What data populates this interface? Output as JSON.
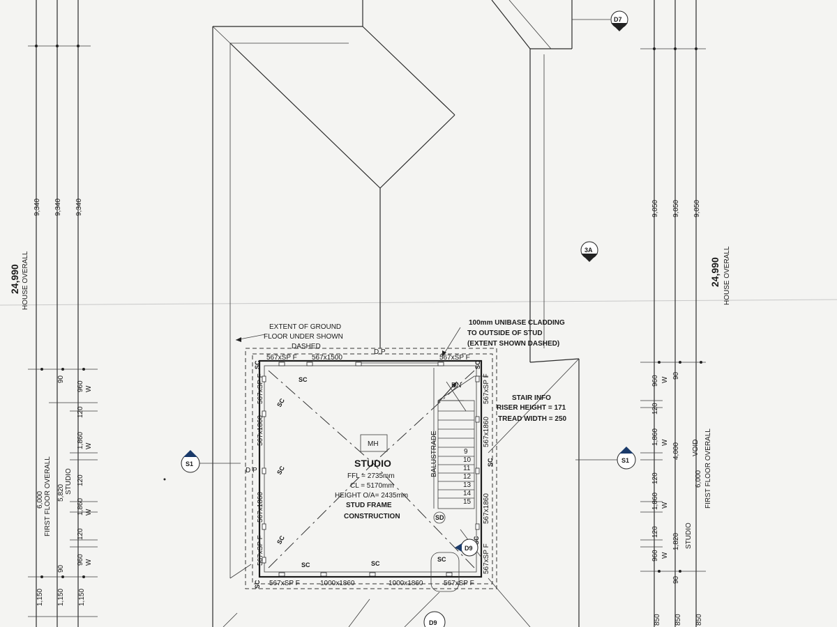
{
  "labels": {
    "overall_left": "24,990",
    "overall_left_sub": "HOUSE OVERALL",
    "overall_right": "24,990",
    "overall_right_sub": "HOUSE OVERALL",
    "dim_left_9340": "9,340",
    "dim_right_9050": "9,050",
    "first_floor_overall": "FIRST FLOOR OVERALL",
    "dim_6000": "6,000",
    "dim_5820": "5,820",
    "studio_small": "STUDIO",
    "dim_1150": "1,150",
    "dim_960": "960",
    "dim_90": "90",
    "dim_120": "120",
    "dim_1860": "1,860",
    "dim_4000": "4,000",
    "void": "VOID",
    "dim_1820": "1,820",
    "dim_850": "850",
    "w": "W"
  },
  "notes": {
    "extent_line1": "EXTENT OF GROUND",
    "extent_line2": "FLOOR UNDER SHOWN",
    "extent_line3": "DASHED",
    "cladding_line1": "100mm UNIBASE CLADDING",
    "cladding_line2": "TO OUTSIDE OF STUD",
    "cladding_line3": "(EXTENT SHOWN DASHED)",
    "stair_title": "STAIR INFO",
    "riser": "RISER HEIGHT = 171",
    "tread": "TREAD WIDTH = 250"
  },
  "room": {
    "name": "STUDIO",
    "ffl": "FFL = 2735mm",
    "cl": "CL = 5170mm",
    "height": "HEIGHT O/A= 2435mm",
    "const1": "STUD FRAME",
    "const2": "CONSTRUCTION",
    "mh": "MH",
    "balustrade": "BALUSTRADE",
    "dn": "DN",
    "sd": "SD",
    "dp": "D.P",
    "dp2": "D P"
  },
  "windows": {
    "w_567sp_f": "567xSP F",
    "w_567x1500": "567x1500",
    "w_567x1860": "567x1860",
    "w_1000x1860": "1000x1860",
    "sc": "SC"
  },
  "tags": {
    "d7": "D7",
    "d9": "D9",
    "s1": "S1",
    "a3": "3A"
  },
  "stair_numbers": [
    "9",
    "10",
    "11",
    "12",
    "13",
    "14",
    "15"
  ]
}
